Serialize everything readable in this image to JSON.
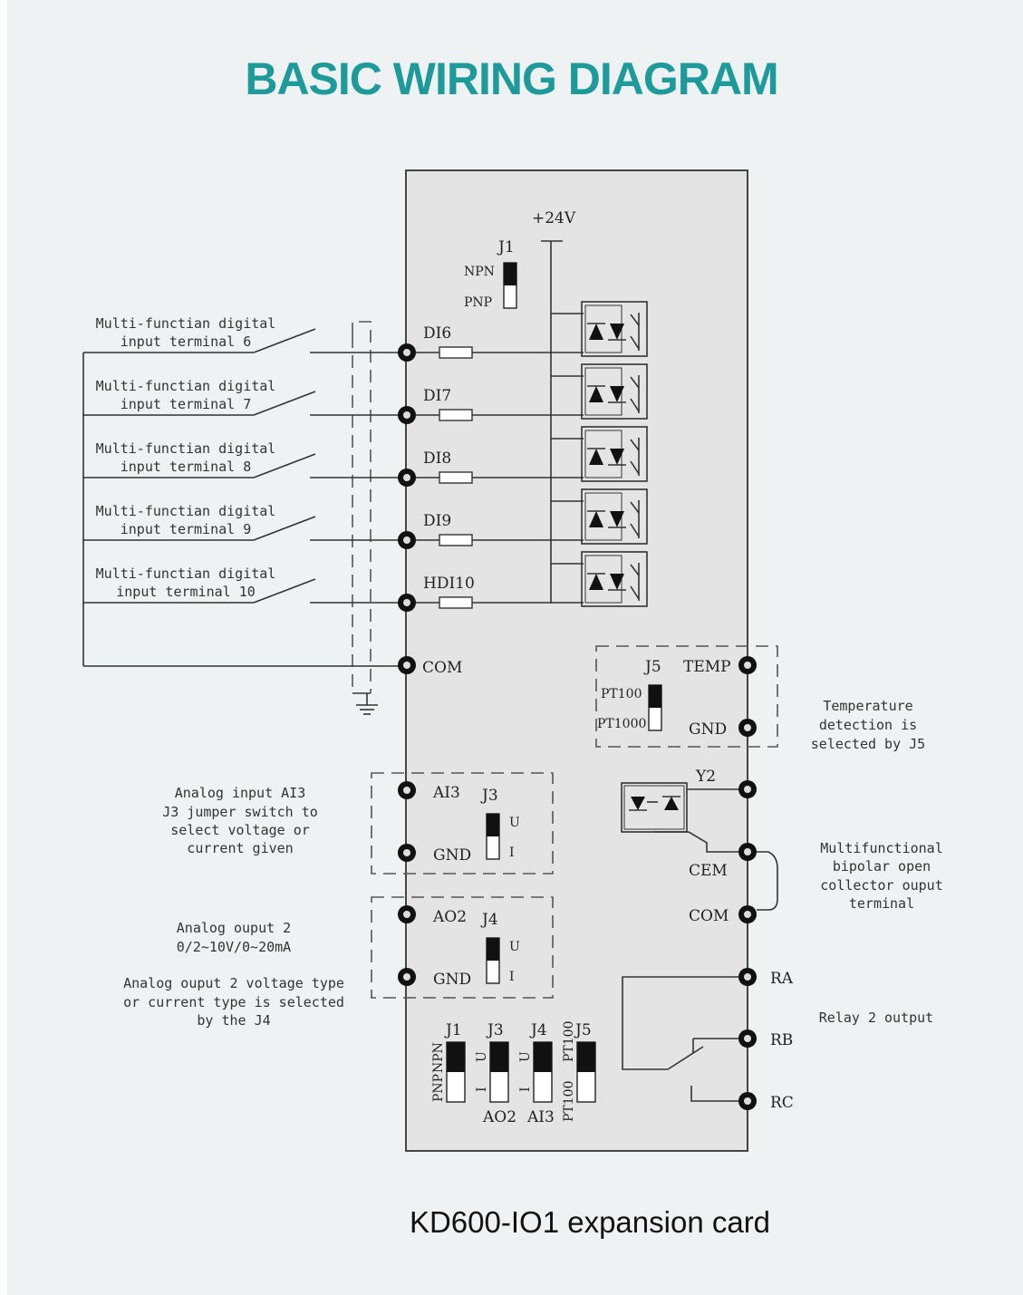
{
  "title": "BASIC WIRING DIAGRAM",
  "caption": "KD600-IO1 expansion card",
  "colors": {
    "title": "#1f9a9a",
    "board": "#e4e4e4",
    "line": "#333333"
  },
  "supply": "+24V",
  "j1": {
    "label": "J1",
    "top": "NPN",
    "bottom": "PNP"
  },
  "digital_inputs": [
    {
      "terminal": "DI6",
      "note1": "Multi-functian digital",
      "note2": "input terminal 6"
    },
    {
      "terminal": "DI7",
      "note1": "Multi-functian digital",
      "note2": "input terminal 7"
    },
    {
      "terminal": "DI8",
      "note1": "Multi-functian digital",
      "note2": "input terminal 8"
    },
    {
      "terminal": "DI9",
      "note1": "Multi-functian digital",
      "note2": "input terminal 9"
    },
    {
      "terminal": "HDI10",
      "note1": "Multi-functian digital",
      "note2": "input terminal 10"
    }
  ],
  "com_left": "COM",
  "j5": {
    "label": "J5",
    "terminal": "TEMP",
    "gnd": "GND",
    "top": "PT100",
    "bottom": "PT1000",
    "note": [
      "Temperature",
      "detection is",
      "selected by J5"
    ]
  },
  "ai3": {
    "terminal": "AI3",
    "jumper": "J3",
    "gnd": "GND",
    "u": "U",
    "i": "I",
    "note": [
      "Analog input AI3",
      "J3 jumper switch to",
      "select voltage or",
      "current given"
    ]
  },
  "ao2": {
    "terminal": "AO2",
    "jumper": "J4",
    "gnd": "GND",
    "u": "U",
    "i": "I",
    "note": [
      "Analog ouput 2",
      "0/2~10V/0~20mA"
    ],
    "note2": [
      "Analog ouput 2 voltage type",
      "or current type is selected",
      "by the J4"
    ]
  },
  "y2": {
    "terminal": "Y2",
    "cem": "CEM",
    "com": "COM",
    "note": [
      "Multifunctional",
      "bipolar open",
      "collector ouput",
      "terminal"
    ]
  },
  "relay": {
    "ra": "RA",
    "rb": "RB",
    "rc": "RC",
    "note": "Relay 2 output"
  },
  "jumper_bank": {
    "j1": "J1",
    "j3": "J3",
    "j4": "J4",
    "j5": "J5",
    "npn": "NPN",
    "pnp": "PNP",
    "u": "U",
    "i": "I",
    "pt100_top": "PT100",
    "pt100_bottom": "PT100",
    "ao2": "AO2",
    "ai3": "AI3"
  }
}
